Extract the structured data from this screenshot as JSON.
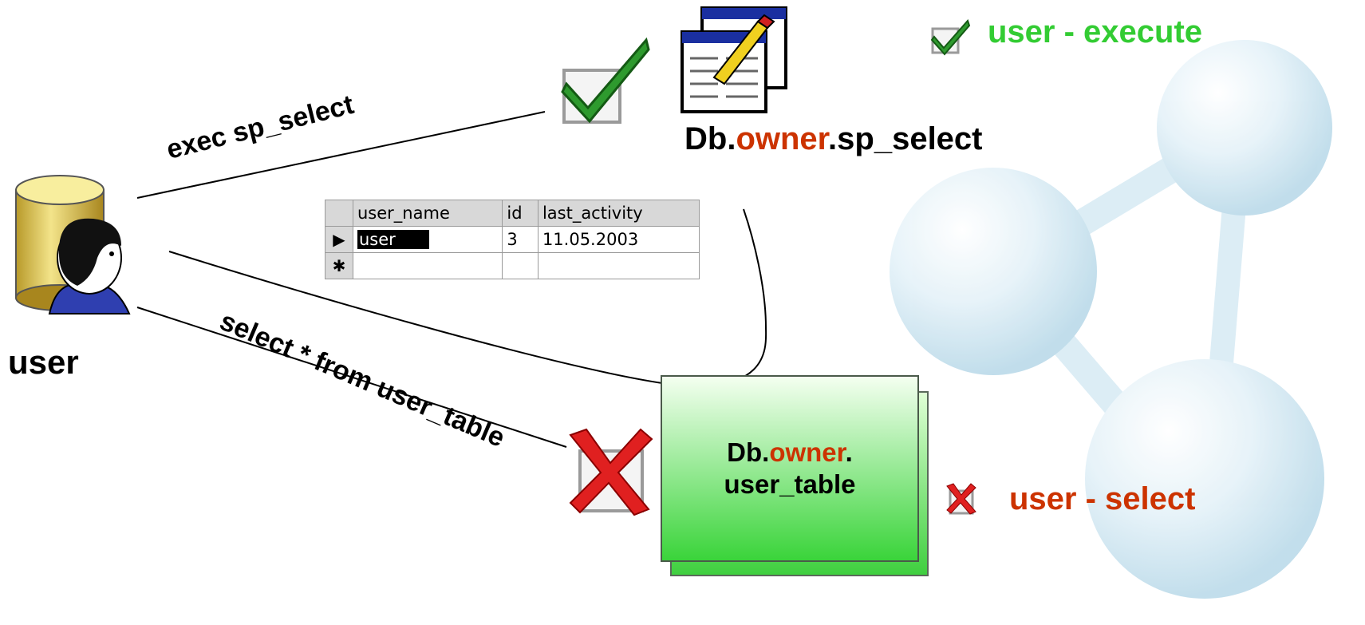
{
  "user": {
    "label": "user"
  },
  "connections": {
    "exec_label": "exec sp_select",
    "select_label": "select * from user_table"
  },
  "procedure": {
    "prefix": "Db.",
    "owner": "owner",
    "suffix": ".sp_select"
  },
  "table_object": {
    "prefix": "Db.",
    "owner": "owner",
    "dot": ".",
    "name": "user_table"
  },
  "legend": {
    "execute": "user - execute",
    "select": "user - select"
  },
  "grid": {
    "columns": [
      "user_name",
      "id",
      "last_activity"
    ],
    "rows": [
      {
        "user_name": "user",
        "id": "3",
        "last_activity": "11.05.2003"
      }
    ],
    "current_marker": "▶",
    "new_marker": "✱"
  },
  "colors": {
    "allowed": "#33cc33",
    "denied": "#cc3300",
    "owner": "#cc3300",
    "table_box": "#3ad43a"
  },
  "icons": [
    "user-database-icon",
    "checkmark-icon",
    "cross-icon",
    "stored-procedure-icon"
  ]
}
